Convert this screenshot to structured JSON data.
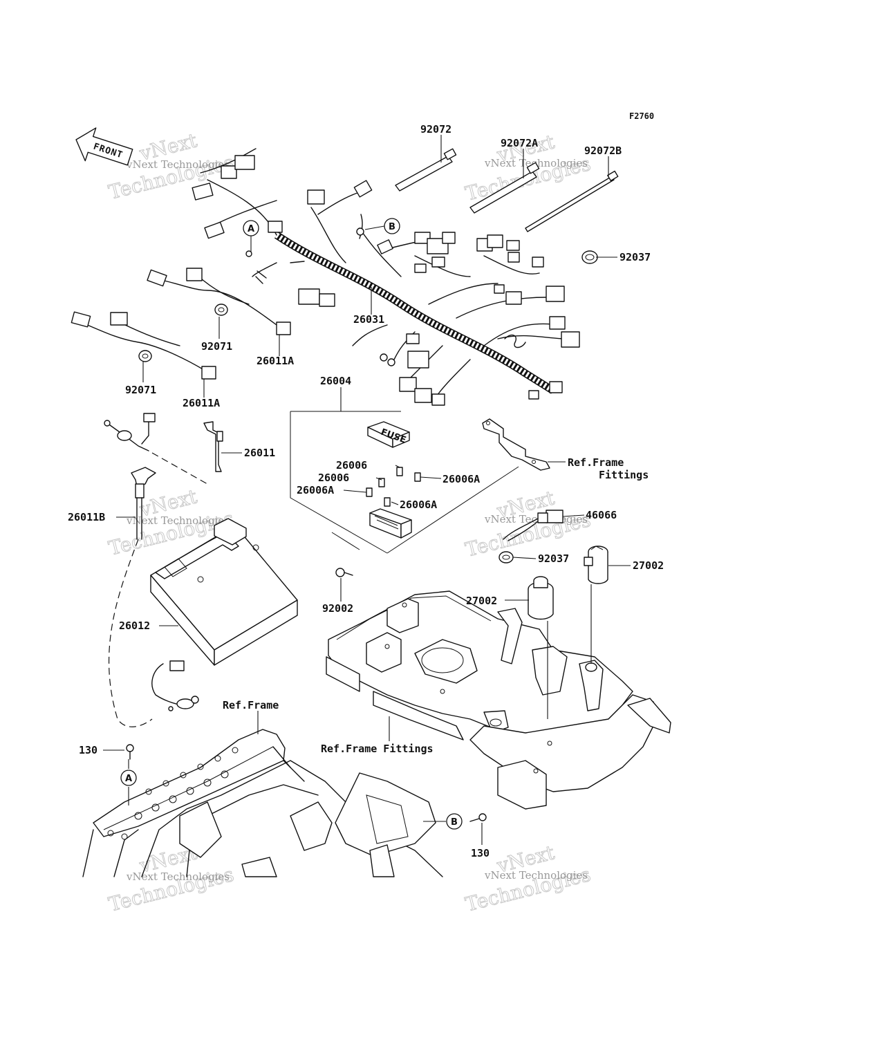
{
  "diagram": {
    "figure_code": "F2760",
    "front_label": "FRONT",
    "callouts": {
      "c92072": "92072",
      "c92072a": "92072A",
      "c92072b": "92072B",
      "c92037a": "92037",
      "c26031": "26031",
      "c92071a": "92071",
      "c26011a_1": "26011A",
      "c92071b": "92071",
      "c26011a_2": "26011A",
      "c26004": "26004",
      "c26011": "26011",
      "c26006_1": "26006",
      "c26006_2": "26006",
      "c26006a_1": "26006A",
      "c26006a_2": "26006A",
      "c26006a_3": "26006A",
      "c_ref_frame_fittings_1": "Ref.Frame",
      "c_ref_frame_fittings_1b": "Fittings",
      "c26011b": "26011B",
      "c46066": "46066",
      "c92037b": "92037",
      "c27002a": "27002",
      "c27002b": "27002",
      "c92002": "92002",
      "c26012": "26012",
      "c_ref_frame": "Ref.Frame",
      "c_ref_frame_fittings_2": "Ref.Frame Fittings",
      "c130a": "130",
      "c130b": "130"
    },
    "markers": {
      "a1": "A",
      "b1": "B",
      "a2": "A",
      "b2": "B"
    },
    "fuse_cover_text": "FUSE",
    "watermark": {
      "line1": "vNext Technologies",
      "line2": "Technologies",
      "line3": "vNext"
    }
  }
}
